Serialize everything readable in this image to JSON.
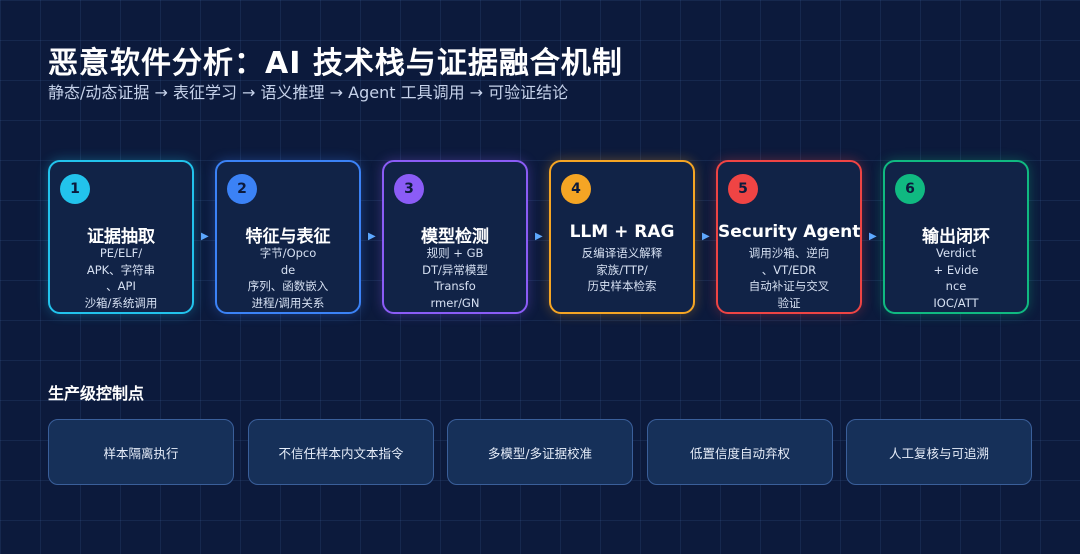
{
  "header": {
    "title": "恶意软件分析：AI 技术栈与证据融合机制",
    "subtitle": "静态/动态证据 → 表征学习 → 语义推理 → Agent 工具调用 → 可验证结论"
  },
  "pipeline": [
    {
      "number": "1",
      "title": "证据抽取",
      "desc": [
        "PE/ELF/",
        "APK、字符串",
        "、API",
        "沙箱/系统调用"
      ],
      "color": "#22c3ec"
    },
    {
      "number": "2",
      "title": "特征与表征",
      "desc": [
        "字节/Opco",
        "de",
        "序列、函数嵌入",
        "进程/调用关系"
      ],
      "color": "#3b82f6"
    },
    {
      "number": "3",
      "title": "模型检测",
      "desc": [
        "规则 + GB",
        "DT/异常模型",
        "Transfo",
        "rmer/GN"
      ],
      "color": "#8b5cf6"
    },
    {
      "number": "4",
      "title": "LLM + RAG",
      "desc": [
        "反编译语义解释",
        "家族/TTP/",
        "历史样本检索"
      ],
      "color": "#f5a524"
    },
    {
      "number": "5",
      "title": "Security Agent",
      "desc": [
        "调用沙箱、逆向",
        "、VT/EDR",
        "自动补证与交叉",
        "验证"
      ],
      "color": "#ef4444"
    },
    {
      "number": "6",
      "title": "输出闭环",
      "desc": [
        "Verdict",
        "+ Evide",
        "nce",
        "IOC/ATT"
      ],
      "color": "#10b981"
    }
  ],
  "controls": {
    "heading": "生产级控制点",
    "items": [
      "样本隔离执行",
      "不信任样本内文本指令",
      "多模型/多证据校准",
      "低置信度自动弃权",
      "人工复核与可追溯"
    ]
  }
}
